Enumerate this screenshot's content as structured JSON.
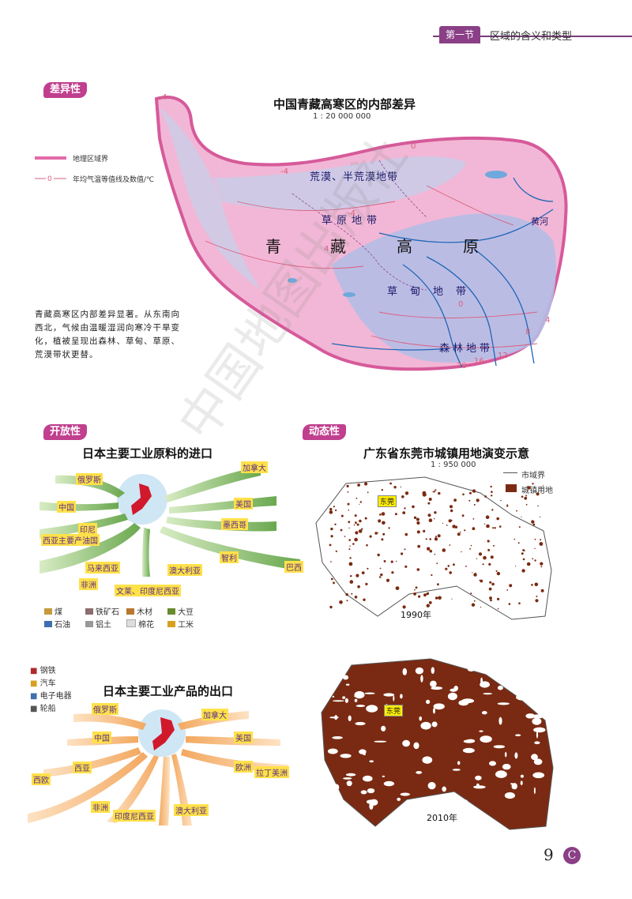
{
  "header": {
    "section_badge": "第一节",
    "section_title": "区域的含义和类型"
  },
  "tabs": {
    "difference": "差异性",
    "openness": "开放性",
    "dynamic": "动态性"
  },
  "qt_map": {
    "title": "中国青藏高寒区的内部差异",
    "scale": "1 : 20 000 000",
    "legend_boundary": "地理区域界",
    "legend_isotherm": "年均气温等值线及数值/℃",
    "labels": {
      "desert": "荒漠、半荒漠地带",
      "grassland": "草原地带",
      "plateau_1": "青",
      "plateau_2": "藏",
      "plateau_3": "高",
      "plateau_4": "原",
      "meadow": "草甸地带",
      "forest": "森林地带",
      "river": "黄河"
    },
    "isotherm_values": [
      "4",
      "-4",
      "0",
      "4",
      "-4",
      "0",
      "8",
      "4",
      "12",
      "16",
      "20"
    ],
    "paragraph": "青藏高寒区内部差异显著。从东南向西北，气候由温暖湿润向寒冷干旱变化，植被呈现出森林、草甸、草原、荒漠带状更替。"
  },
  "import_map": {
    "title": "日本主要工业原料的进口",
    "countries": [
      "俄罗斯",
      "加拿大",
      "中国",
      "美国",
      "印尼",
      "墨西哥",
      "西亚主要产油国",
      "智利",
      "巴西",
      "马来西亚",
      "澳大利亚",
      "非洲",
      "文莱、印度尼西亚"
    ],
    "legend": [
      "煤",
      "铁矿石",
      "木材",
      "大豆",
      "石油",
      "铝土",
      "棉花",
      "工米"
    ],
    "legend_colors": [
      "#c79a3e",
      "#8a6d6d",
      "#b8782e",
      "#6a8a2e",
      "#3f6fae",
      "#999999",
      "#dddddd",
      "#d8a020"
    ]
  },
  "export_map": {
    "title": "日本主要工业产品的出口",
    "legend": [
      "钢铁",
      "汽车",
      "电子电器",
      "轮船"
    ],
    "countries": [
      "俄罗斯",
      "加拿大",
      "中国",
      "美国",
      "西亚",
      "西欧",
      "欧洲",
      "拉丁美洲",
      "非洲",
      "印度尼西亚",
      "澳大利亚"
    ]
  },
  "dongguan_map": {
    "title": "广东省东莞市城镇用地演变示意",
    "scale": "1 : 950 000",
    "legend_boundary": "市域界",
    "legend_urban": "城镇用地",
    "city_label": "东莞",
    "year_1990": "1990年",
    "year_2010": "2010年",
    "urban_color": "#7a2a12"
  },
  "watermark": "中国地图出版社",
  "page_number": "9",
  "page_icon": "C"
}
